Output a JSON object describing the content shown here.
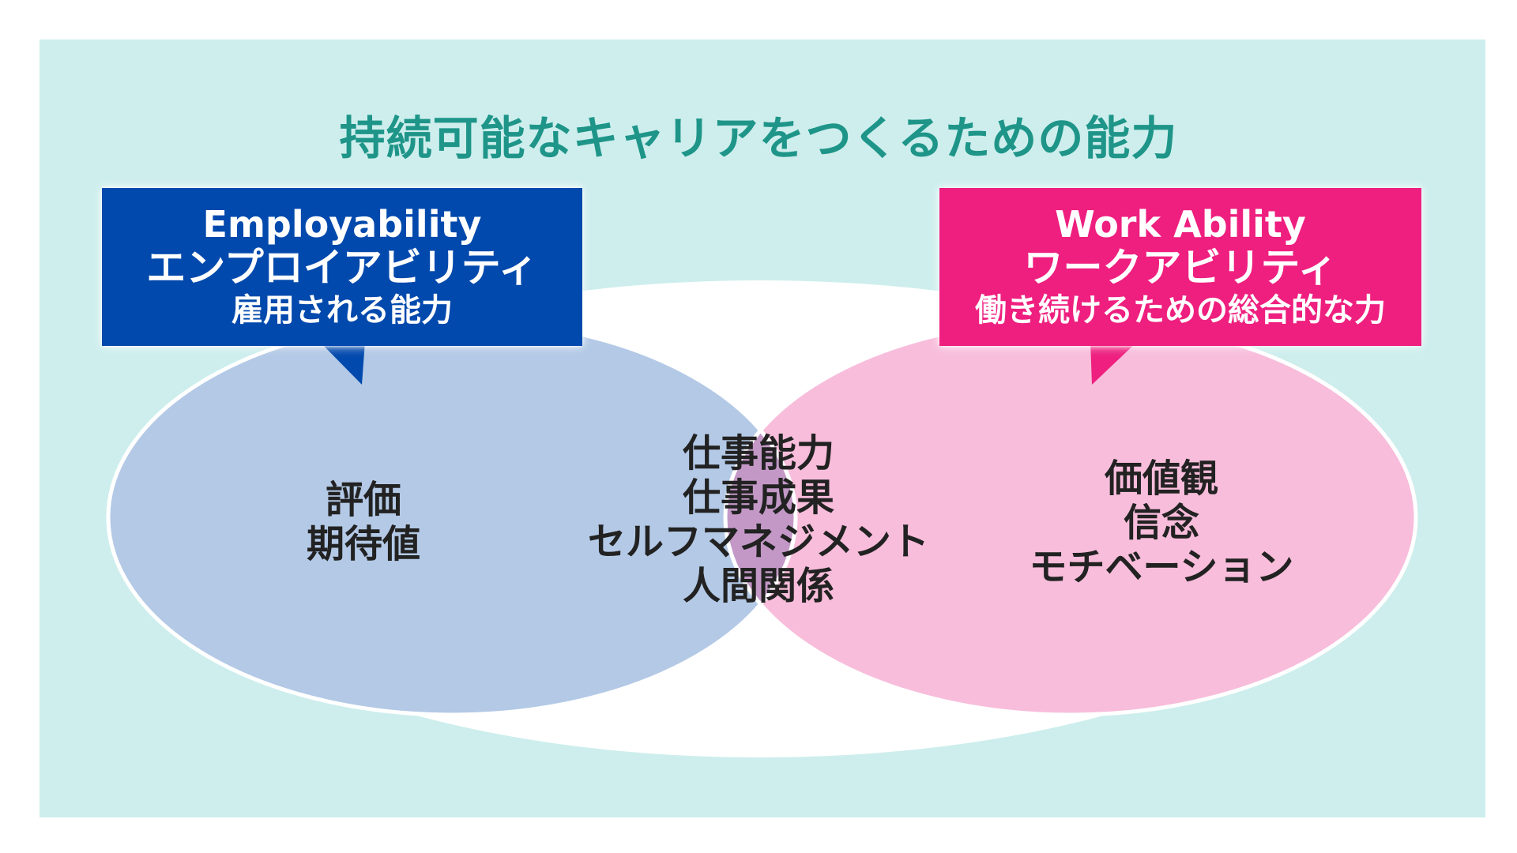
{
  "title": "持続可能なキャリアをつくるための能力",
  "colors": {
    "background": "#cdeeed",
    "title": "#1e9588",
    "left_callout": "#0249ad",
    "right_callout": "#ee1f7f",
    "left_circle": "#b3c9e6",
    "right_circle": "#f8bddb",
    "overlap": "#c398c6",
    "outer_ellipse": "#ffffff"
  },
  "left_callout": {
    "english": "Employability",
    "katakana": "エンプロイアビリティ",
    "description": "雇用される能力"
  },
  "right_callout": {
    "english": "Work Ability",
    "katakana": "ワークアビリティ",
    "description": "働き続けるための総合的な力"
  },
  "left_region": {
    "items": [
      "評価",
      "期待値"
    ]
  },
  "center_region": {
    "items": [
      "仕事能力",
      "仕事成果",
      "セルフマネジメント",
      "人間関係"
    ]
  },
  "right_region": {
    "items": [
      "価値観",
      "信念",
      "モチベーション"
    ]
  }
}
